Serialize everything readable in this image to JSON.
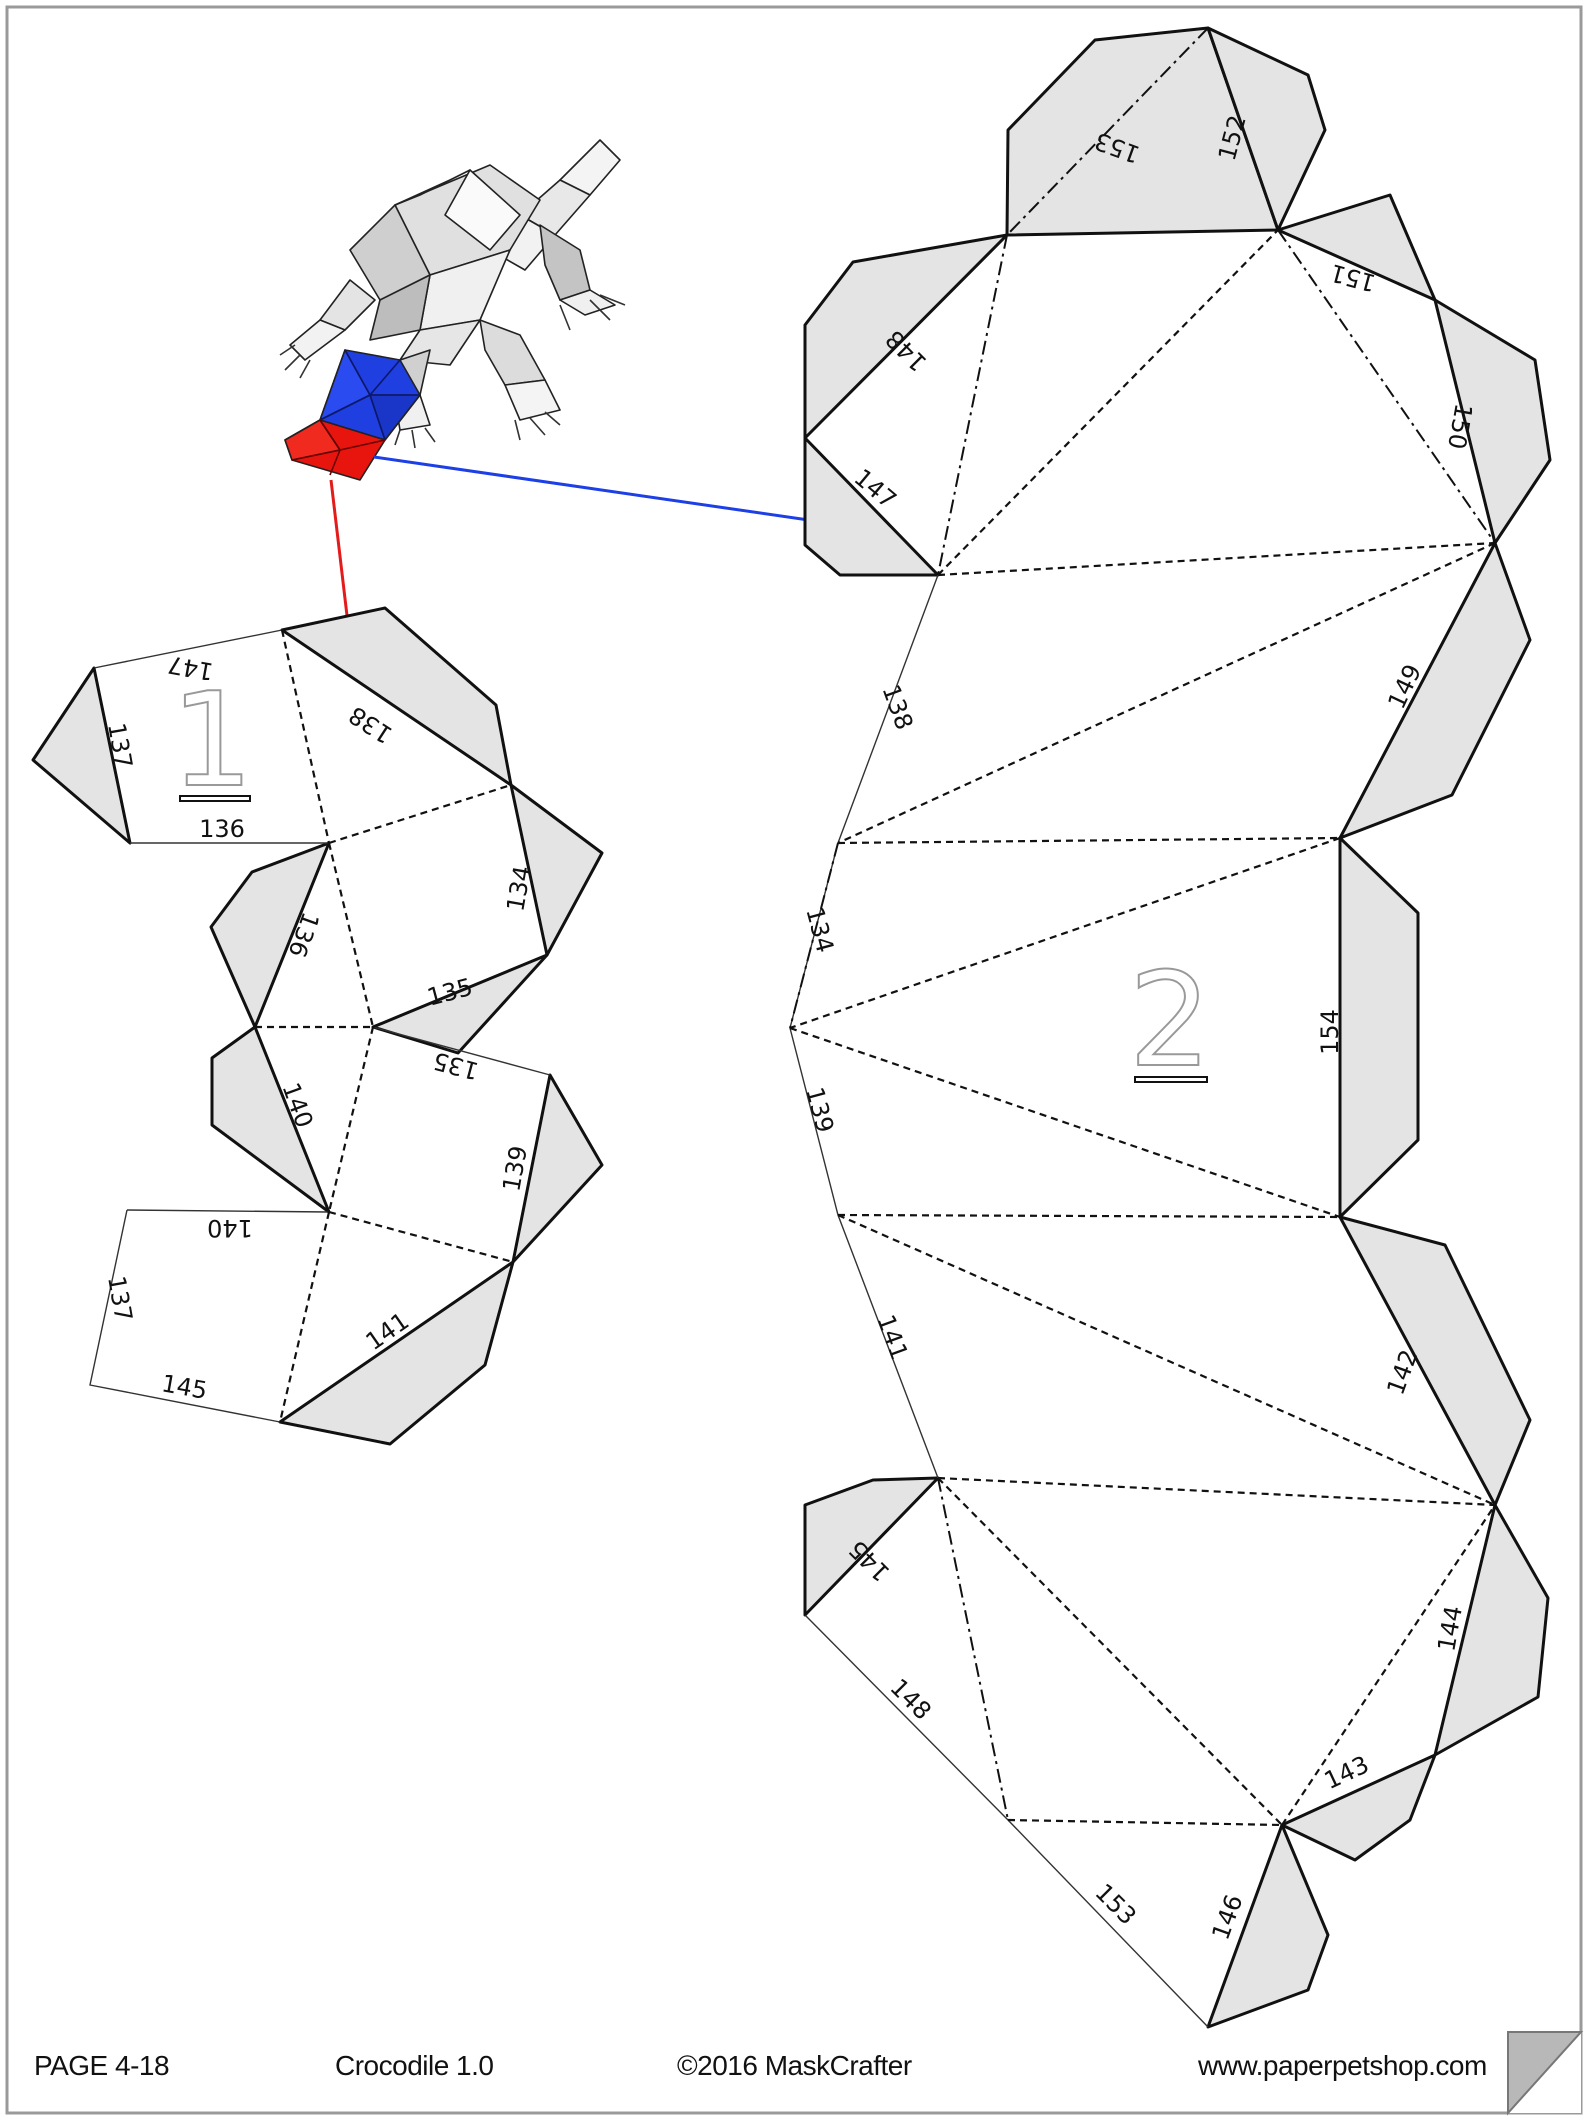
{
  "footer": {
    "page": "PAGE 4-18",
    "model": "Crocodile 1.0",
    "copyright": "©2016 MaskCrafter",
    "website": "www.paperpetshop.com"
  },
  "parts": {
    "part1": "1",
    "part2": "2"
  },
  "edge_labels": {
    "e147a": "147",
    "e137a": "137",
    "e136a": "136",
    "e138a": "138",
    "e136b": "136",
    "e134a": "134",
    "e135a": "135",
    "e135b": "135",
    "e140a": "140",
    "e139a": "139",
    "e140b": "140",
    "e137b": "137",
    "e141a": "141",
    "e145a": "145",
    "e153a": "153",
    "e152": "152",
    "e151": "151",
    "e148a": "148",
    "e150": "150",
    "e147b": "147",
    "e138b": "138",
    "e149": "149",
    "e134b": "134",
    "e154": "154",
    "e139b": "139",
    "e141b": "141",
    "e142": "142",
    "e145b": "145",
    "e144": "144",
    "e148b": "148",
    "e143": "143",
    "e153b": "153",
    "e146": "146"
  },
  "colors": {
    "tab_fill": "#e4e4e4",
    "outline": "#111111",
    "head_blue": "#1f3fe0",
    "snout_red": "#e8150f",
    "pointer_blue": "#1d3fe6",
    "pointer_red": "#e31b1b",
    "body_gray": "#d6d6d6"
  }
}
